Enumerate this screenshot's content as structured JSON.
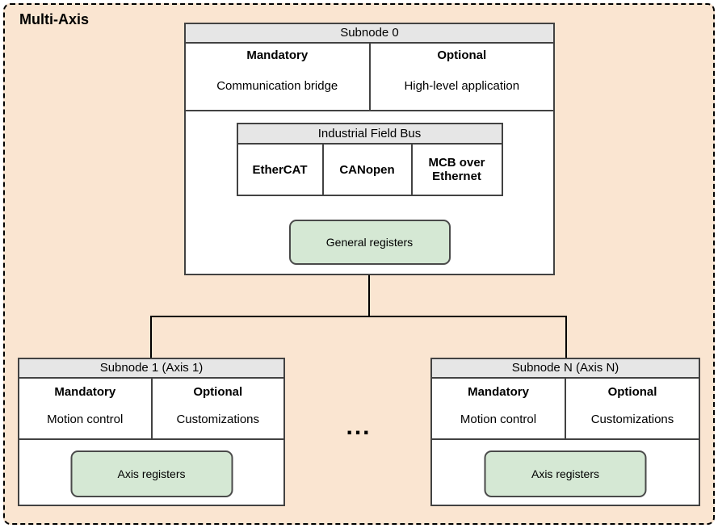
{
  "colors": {
    "canvas_bg": "#FAE5D1",
    "outer_border": "#000000",
    "box_bg": "#FFFFFF",
    "box_border": "#424242",
    "header_bg": "#E6E6E6",
    "register_bg": "#D5E8D4",
    "register_border": "#4A4A4A",
    "connector": "#000000",
    "text": "#000000"
  },
  "container": {
    "title": "Multi-Axis"
  },
  "subnode0": {
    "title": "Subnode 0",
    "mandatory": {
      "label": "Mandatory",
      "value": "Communication bridge"
    },
    "optional": {
      "label": "Optional",
      "value": "High-level application"
    },
    "field_bus": {
      "title": "Industrial Field Bus",
      "options": [
        "EtherCAT",
        "CANopen",
        "MCB over Ethernet"
      ]
    },
    "registers": "General registers"
  },
  "axis_subnodes": [
    {
      "title": "Subnode 1 (Axis 1)",
      "mandatory": {
        "label": "Mandatory",
        "value": "Motion control"
      },
      "optional": {
        "label": "Optional",
        "value": "Customizations"
      },
      "registers": "Axis registers"
    },
    {
      "title": "Subnode N (Axis N)",
      "mandatory": {
        "label": "Mandatory",
        "value": "Motion control"
      },
      "optional": {
        "label": "Optional",
        "value": "Customizations"
      },
      "registers": "Axis registers"
    }
  ],
  "ellipsis": "..."
}
